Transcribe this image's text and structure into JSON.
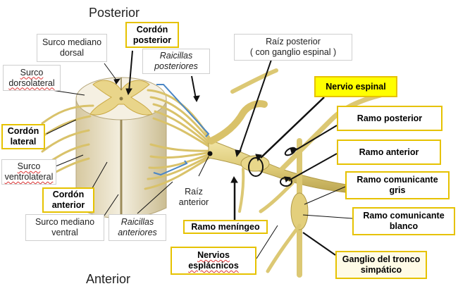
{
  "headings": {
    "posterior": "Posterior",
    "anterior": "Anterior"
  },
  "labels": {
    "surco_mediano_dorsal": "Surco mediano\ndorsal",
    "cordon_posterior": "Cordón\nposterior",
    "raicillas_posteriores": "Raicillas\nposteriores",
    "raiz_posterior": "Raíz posterior\n( con ganglio espinal )",
    "surco_dorsolateral": "Surco\ndorsolateral",
    "cordon_lateral": "Cordón\nlateral",
    "surco_ventrolateral": "Surco\nventrolateral",
    "cordon_anterior": "Cordón\nanterior",
    "surco_mediano_ventral": "Surco mediano\nventral",
    "raicillas_anteriores": "Raicillas\nanteriores",
    "raiz_anterior": "Raíz\nanterior",
    "ramo_meningeo": "Ramo meníngeo",
    "nervio_espinal": "Nervio espinal",
    "ramo_posterior": "Ramo posterior",
    "ramo_anterior": "Ramo anterior",
    "ramo_comunicante_gris": "Ramo comunicante\ngris",
    "ramo_comunicante_blanco": "Ramo comunicante\nblanco",
    "nervios_esplacnicos": "Nervios\nesplácnicos",
    "ganglio_tronco_simpatico": "Ganglio del tronco\nsimpático"
  },
  "colors": {
    "nerve": "#e2cf80",
    "nerve_dark": "#b8a24c",
    "highlight_border": "#e6c200",
    "highlight_fill": "#ffff00",
    "bracket": "#4a86c5"
  }
}
